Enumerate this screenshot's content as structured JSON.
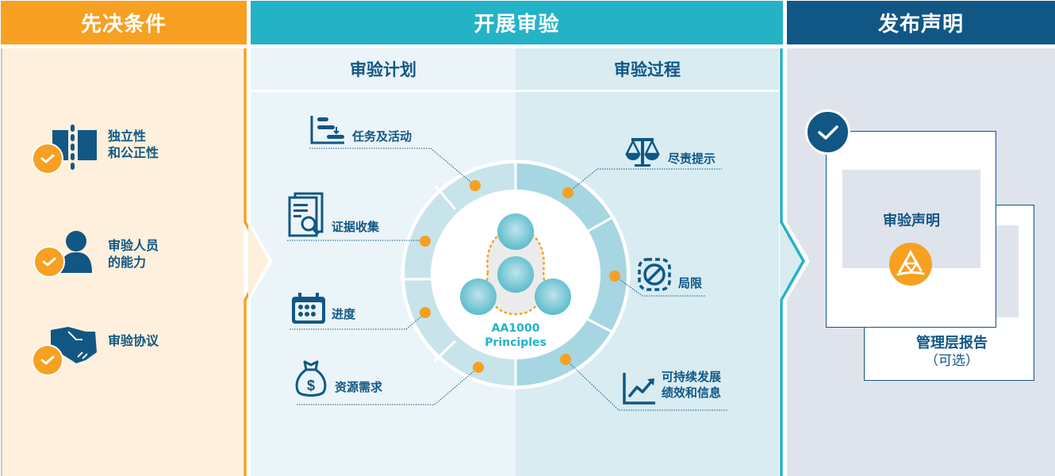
{
  "headers": {
    "prerequisites": "先决条件",
    "conduct_audit": "开展审验",
    "publish_statement": "发布声明"
  },
  "sub_headers": {
    "audit_plan": "审验计划",
    "audit_process": "审验过程"
  },
  "prerequisites": {
    "items": [
      {
        "line1": "独立性",
        "line2": "和公正性",
        "icon": "independence-icon",
        "status": "check-icon"
      },
      {
        "line1": "审验人员",
        "line2": "的能力",
        "icon": "person-icon",
        "status": "check-icon"
      },
      {
        "line1": "审验协议",
        "line2": "",
        "icon": "handshake-icon",
        "status": "check-icon"
      }
    ]
  },
  "audit_plan": {
    "items": [
      {
        "label": "任务及活动",
        "icon": "task-list-icon"
      },
      {
        "label": "证据收集",
        "icon": "document-search-icon"
      },
      {
        "label": "进度",
        "icon": "calendar-icon"
      },
      {
        "label": "资源需求",
        "icon": "money-bag-icon"
      }
    ]
  },
  "audit_process": {
    "items": [
      {
        "label": "尽责提示",
        "icon": "scales-icon"
      },
      {
        "label": "局限",
        "icon": "prohibited-icon"
      },
      {
        "line1": "可持续发展",
        "line2": "绩效和信息",
        "icon": "chart-growth-icon"
      }
    ]
  },
  "center": {
    "line1": "AA1000",
    "line2": "Principles"
  },
  "publish": {
    "statement_label": "审验声明",
    "management_report": "管理层报告",
    "optional_note": "（可选）"
  },
  "colors": {
    "orange": "#F7A021",
    "teal": "#24B3C6",
    "navy": "#115785",
    "ring_light": "#C8E4EB",
    "ring_dark": "#A6D6E2"
  }
}
